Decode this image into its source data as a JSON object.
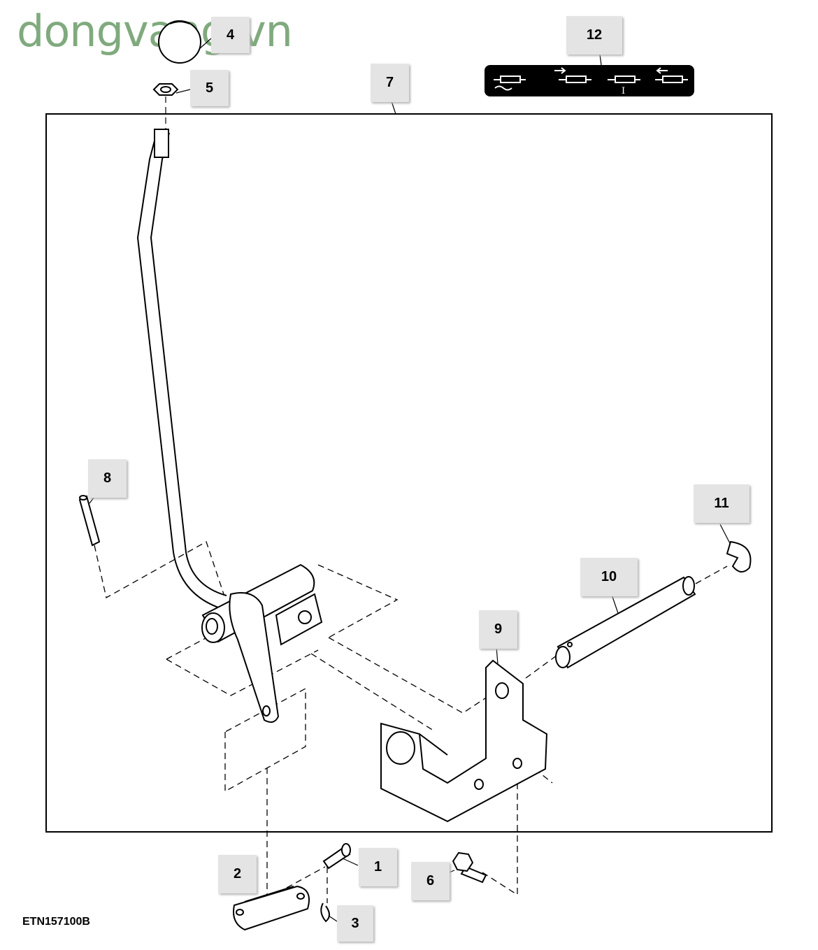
{
  "watermark": "dongvang.vn",
  "drawing_code": "ETN157100B",
  "callouts": [
    "1",
    "2",
    "3",
    "4",
    "5",
    "6",
    "7",
    "8",
    "9",
    "10",
    "11",
    "12"
  ],
  "icon_strip": {
    "icons": [
      "cylinder-float-icon",
      "cylinder-extend-icon",
      "cylinder-hold-icon",
      "cylinder-retract-icon"
    ],
    "hold_mark": "I"
  }
}
